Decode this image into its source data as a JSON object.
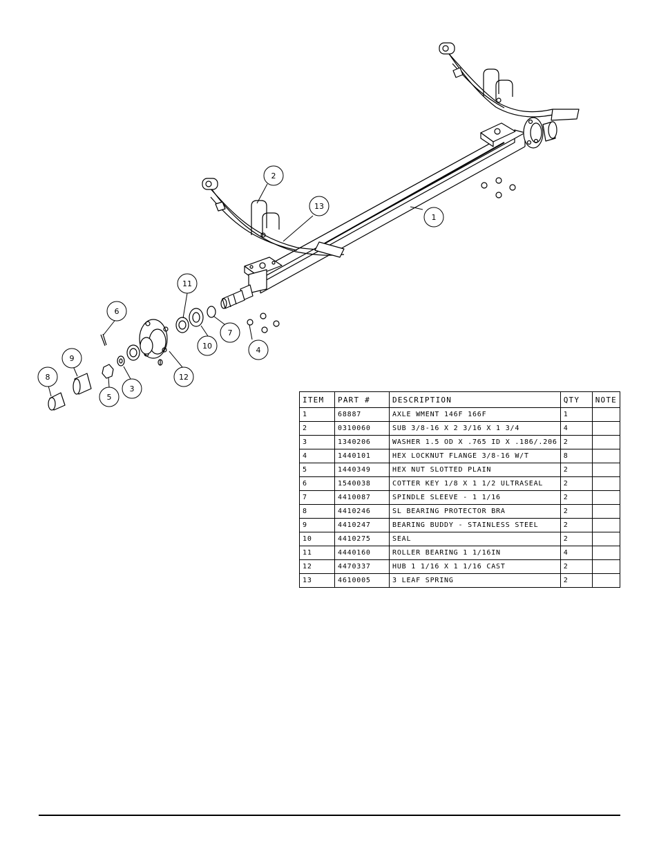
{
  "callouts": [
    "1",
    "2",
    "3",
    "4",
    "5",
    "6",
    "7",
    "8",
    "9",
    "10",
    "11",
    "12",
    "13"
  ],
  "table": {
    "headers": {
      "item": "ITEM",
      "part": "PART #",
      "description": "DESCRIPTION",
      "qty": "QTY",
      "note": "NOTE"
    },
    "rows": [
      {
        "item": "1",
        "part": "68887",
        "description": "AXLE WMENT  146F 166F",
        "qty": "1",
        "note": ""
      },
      {
        "item": "2",
        "part": "0310060",
        "description": "SUB 3/8-16 X 2 3/16 X 1 3/4",
        "qty": "4",
        "note": ""
      },
      {
        "item": "3",
        "part": "1340206",
        "description": "WASHER 1.5 OD X .765 ID X .186/.206",
        "qty": "2",
        "note": ""
      },
      {
        "item": "4",
        "part": "1440101",
        "description": "HEX LOCKNUT FLANGE 3/8-16 W/T",
        "qty": "8",
        "note": ""
      },
      {
        "item": "5",
        "part": "1440349",
        "description": "HEX NUT SLOTTED PLAIN",
        "qty": "2",
        "note": ""
      },
      {
        "item": "6",
        "part": "1540038",
        "description": "COTTER KEY 1/8 X 1 1/2 ULTRASEAL",
        "qty": "2",
        "note": ""
      },
      {
        "item": "7",
        "part": "4410087",
        "description": "SPINDLE SLEEVE - 1 1/16",
        "qty": "2",
        "note": ""
      },
      {
        "item": "8",
        "part": "4410246",
        "description": "SL BEARING PROTECTOR BRA",
        "qty": "2",
        "note": ""
      },
      {
        "item": "9",
        "part": "4410247",
        "description": "BEARING BUDDY - STAINLESS STEEL",
        "qty": "2",
        "note": ""
      },
      {
        "item": "10",
        "part": "4410275",
        "description": "SEAL",
        "qty": "2",
        "note": ""
      },
      {
        "item": "11",
        "part": "4440160",
        "description": "ROLLER BEARING  1 1/16IN",
        "qty": "4",
        "note": ""
      },
      {
        "item": "12",
        "part": "4470337",
        "description": "HUB  1 1/16 X 1 1/16 CAST",
        "qty": "2",
        "note": ""
      },
      {
        "item": "13",
        "part": "4610005",
        "description": "3 LEAF SPRING",
        "qty": "2",
        "note": ""
      }
    ]
  }
}
